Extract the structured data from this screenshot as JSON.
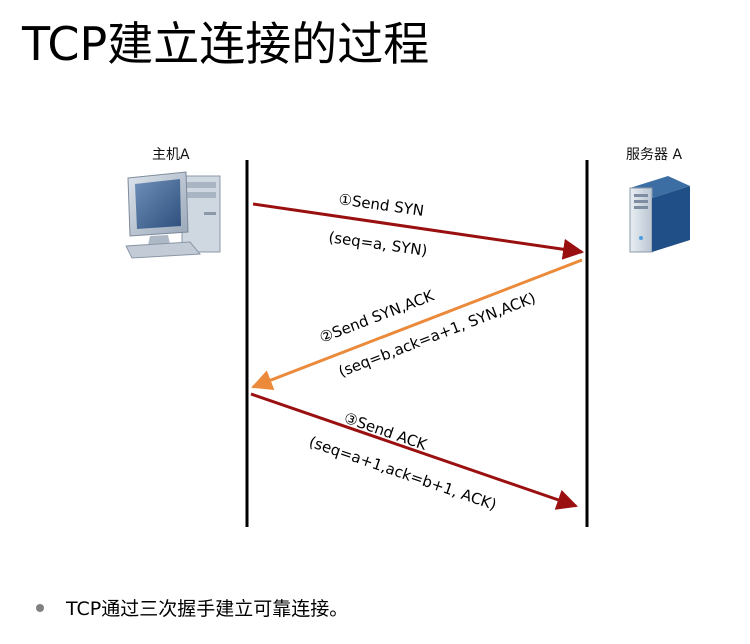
{
  "title": "TCP建立连接的过程",
  "host": {
    "label": "主机A",
    "icon": "desktop-computer-icon"
  },
  "server": {
    "label": "服务器 A",
    "icon": "server-tower-icon"
  },
  "steps": [
    {
      "label": "①Send SYN",
      "detail": "(seq=a, SYN)",
      "color": "#9a1010"
    },
    {
      "label": "②Send SYN,ACK",
      "detail": "(seq=b,ack=a+1, SYN,ACK)",
      "color": "#ea8a3a"
    },
    {
      "label": "③Send ACK",
      "detail": "(seq=a+1,ack=b+1, ACK)",
      "color": "#9a1010"
    }
  ],
  "bullet": "TCP通过三次握手建立可靠连接。"
}
